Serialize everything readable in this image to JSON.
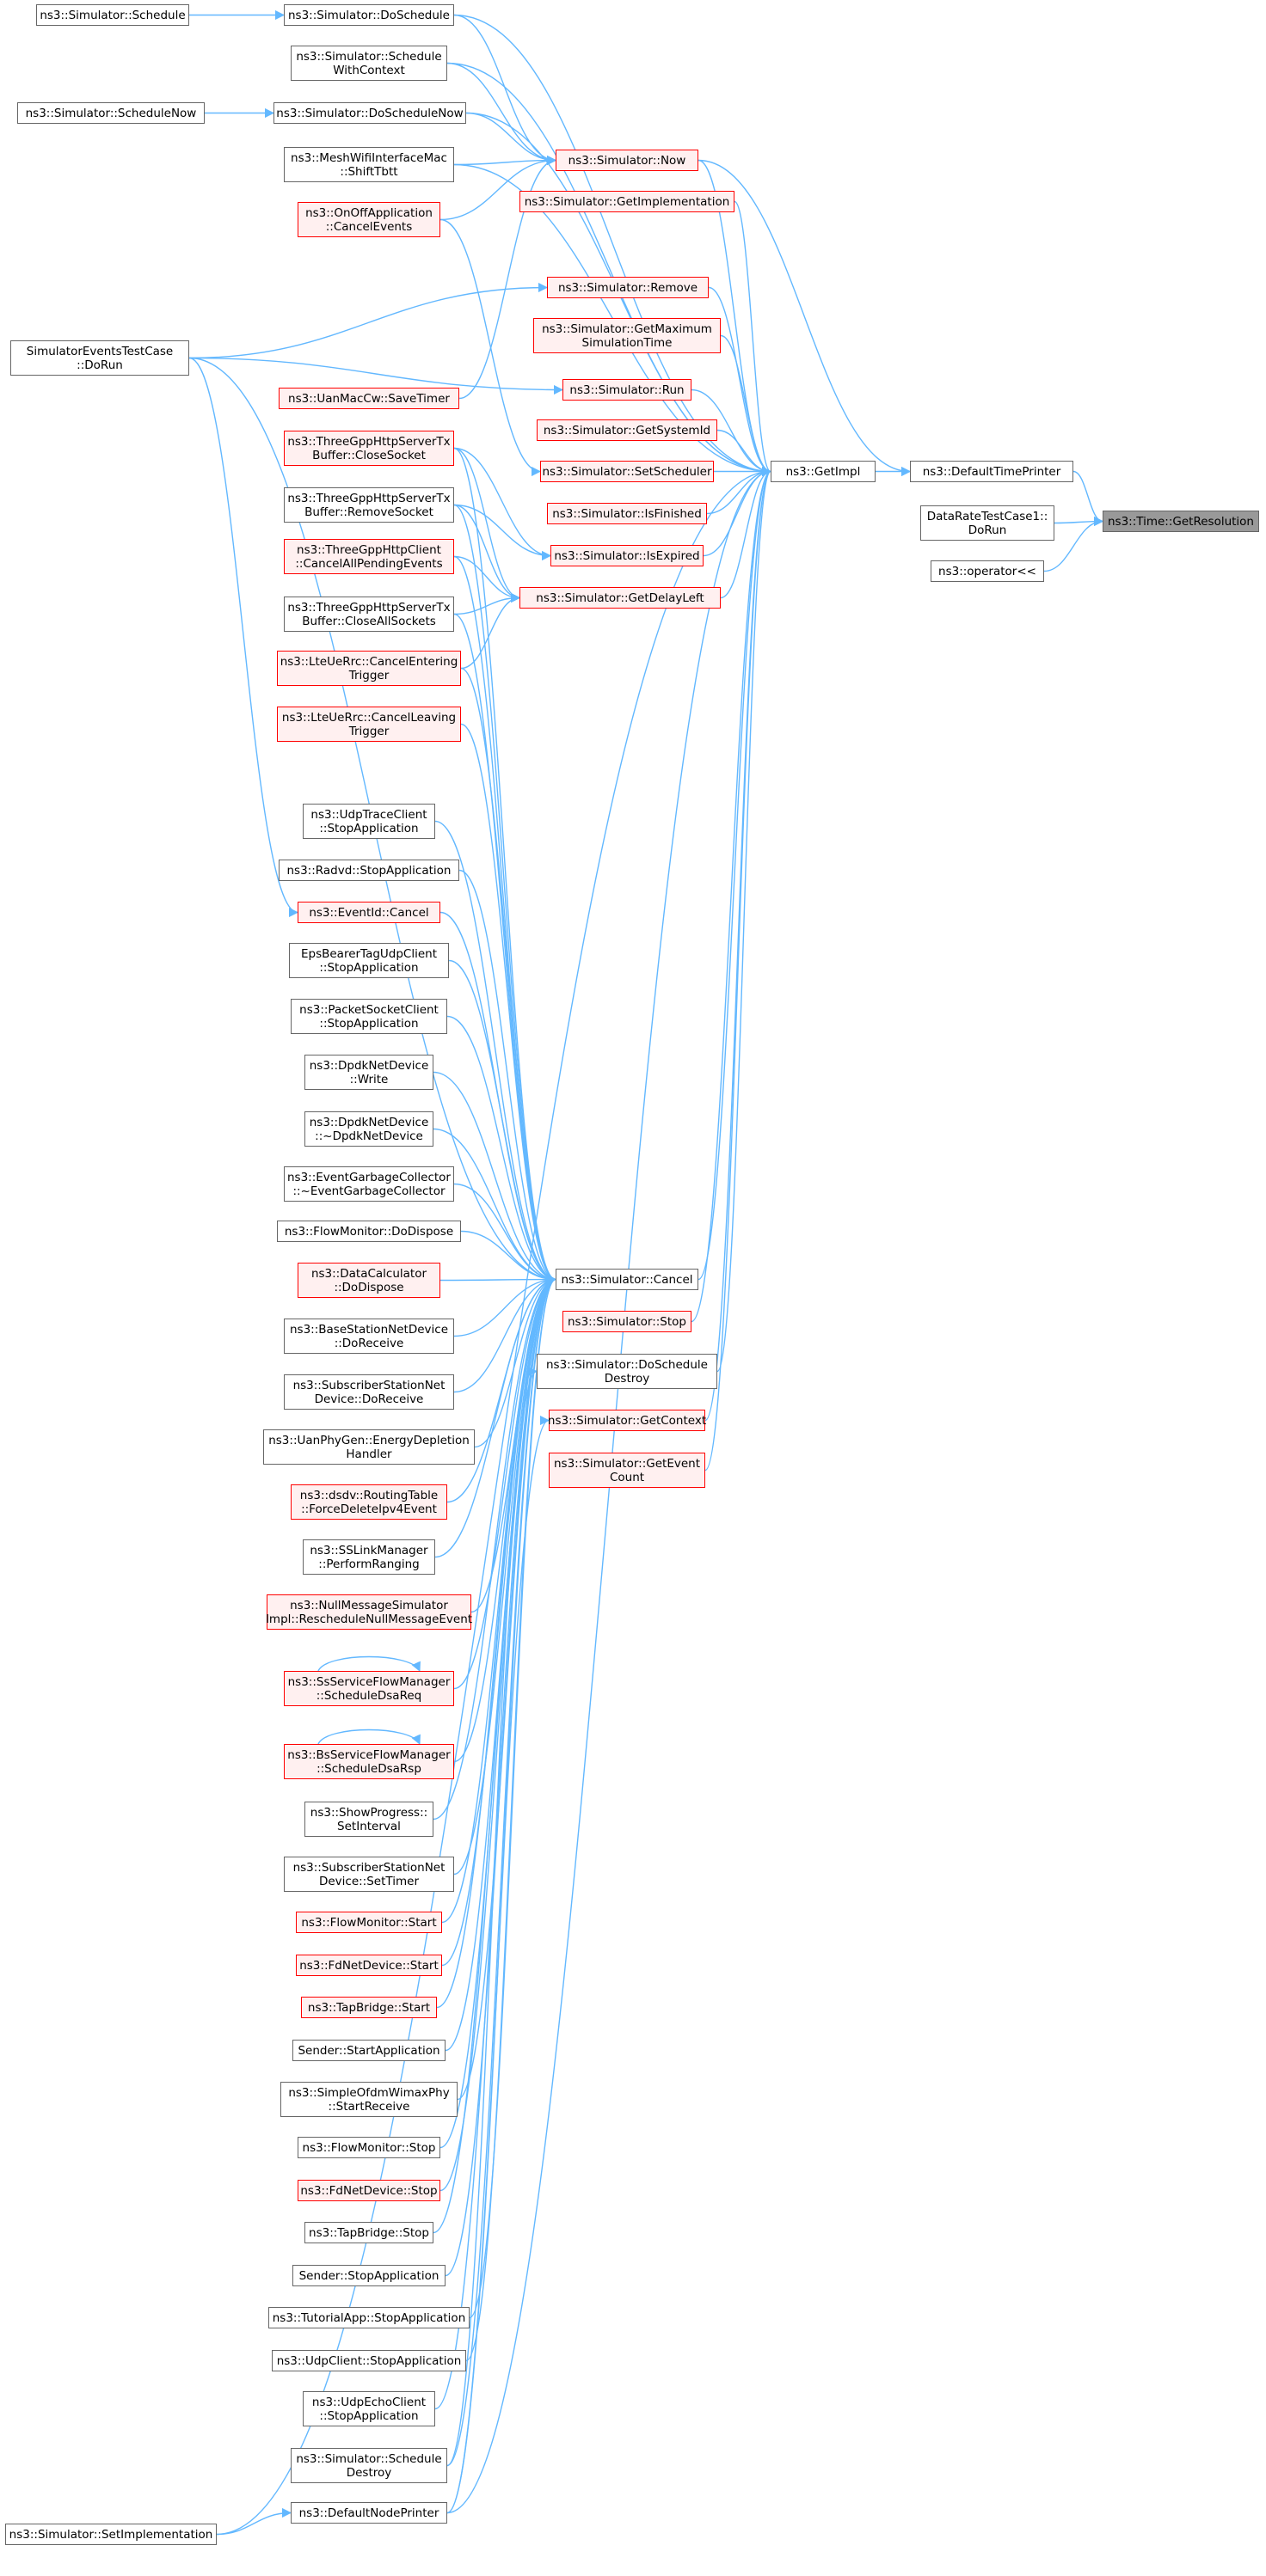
{
  "colors": {
    "edge": "#63b8ff",
    "border": "#666666",
    "red_border": "#ff0000",
    "red_fill": "#fff0f0",
    "root_fill": "#999999"
  },
  "nodes": [
    {
      "id": "schedule",
      "label": "ns3::Simulator::Schedule"
    },
    {
      "id": "doschedule",
      "label": "ns3::Simulator::DoSchedule"
    },
    {
      "id": "schedwithctx",
      "label": "ns3::Simulator::Schedule\nWithContext"
    },
    {
      "id": "schednow",
      "label": "ns3::Simulator::ScheduleNow"
    },
    {
      "id": "doschednow",
      "label": "ns3::Simulator::DoScheduleNow"
    },
    {
      "id": "meshshift",
      "label": "ns3::MeshWifiInterfaceMac\n::ShiftTbtt"
    },
    {
      "id": "now",
      "label": "ns3::Simulator::Now",
      "red": true
    },
    {
      "id": "getimpl2",
      "label": "ns3::Simulator::GetImplementation",
      "red": true
    },
    {
      "id": "onoff",
      "label": "ns3::OnOffApplication\n::CancelEvents",
      "red": true
    },
    {
      "id": "remove",
      "label": "ns3::Simulator::Remove",
      "red": true
    },
    {
      "id": "maxsim",
      "label": "ns3::Simulator::GetMaximum\nSimulationTime",
      "red": true
    },
    {
      "id": "simtest",
      "label": "SimulatorEventsTestCase\n::DoRun"
    },
    {
      "id": "run",
      "label": "ns3::Simulator::Run",
      "red": true
    },
    {
      "id": "uanmac",
      "label": "ns3::UanMacCw::SaveTimer",
      "red": true
    },
    {
      "id": "sysid",
      "label": "ns3::Simulator::GetSystemId",
      "red": true
    },
    {
      "id": "closesock",
      "label": "ns3::ThreeGppHttpServerTx\nBuffer::CloseSocket",
      "red": true
    },
    {
      "id": "setsched",
      "label": "ns3::Simulator::SetScheduler",
      "red": true
    },
    {
      "id": "getimpl",
      "label": "ns3::GetImpl"
    },
    {
      "id": "deftime",
      "label": "ns3::DefaultTimePrinter"
    },
    {
      "id": "getres",
      "label": "ns3::Time::GetResolution",
      "root": true
    },
    {
      "id": "removesock",
      "label": "ns3::ThreeGppHttpServerTx\nBuffer::RemoveSocket"
    },
    {
      "id": "isfinished",
      "label": "ns3::Simulator::IsFinished",
      "red": true
    },
    {
      "id": "datarate",
      "label": "DataRateTestCase1::\nDoRun"
    },
    {
      "id": "opout",
      "label": "ns3::operator<<"
    },
    {
      "id": "httpclient",
      "label": "ns3::ThreeGppHttpClient\n::CancelAllPendingEvents",
      "red": true
    },
    {
      "id": "isexpired",
      "label": "ns3::Simulator::IsExpired",
      "red": true
    },
    {
      "id": "closeall",
      "label": "ns3::ThreeGppHttpServerTx\nBuffer::CloseAllSockets"
    },
    {
      "id": "delayleft",
      "label": "ns3::Simulator::GetDelayLeft",
      "red": true
    },
    {
      "id": "lteenter",
      "label": "ns3::LteUeRrc::CancelEntering\nTrigger",
      "red": true
    },
    {
      "id": "lteleave",
      "label": "ns3::LteUeRrc::CancelLeaving\nTrigger",
      "red": true
    },
    {
      "id": "udptrace",
      "label": "ns3::UdpTraceClient\n::StopApplication"
    },
    {
      "id": "radvd",
      "label": "ns3::Radvd::StopApplication"
    },
    {
      "id": "eventid",
      "label": "ns3::EventId::Cancel",
      "red": true
    },
    {
      "id": "epsbearer",
      "label": "EpsBearerTagUdpClient\n::StopApplication"
    },
    {
      "id": "pktsock",
      "label": "ns3::PacketSocketClient\n::StopApplication"
    },
    {
      "id": "dpdkwrite",
      "label": "ns3::DpdkNetDevice\n::Write"
    },
    {
      "id": "dpdkdtor",
      "label": "ns3::DpdkNetDevice\n::~DpdkNetDevice"
    },
    {
      "id": "evgc",
      "label": "ns3::EventGarbageCollector\n::~EventGarbageCollector"
    },
    {
      "id": "flowdispose",
      "label": "ns3::FlowMonitor::DoDispose"
    },
    {
      "id": "datacalc",
      "label": "ns3::DataCalculator\n::DoDispose",
      "red": true
    },
    {
      "id": "cancel",
      "label": "ns3::Simulator::Cancel"
    },
    {
      "id": "bsrecv",
      "label": "ns3::BaseStationNetDevice\n::DoReceive"
    },
    {
      "id": "stop",
      "label": "ns3::Simulator::Stop",
      "red": true
    },
    {
      "id": "ssrecv",
      "label": "ns3::SubscriberStationNet\nDevice::DoReceive"
    },
    {
      "id": "doschedd",
      "label": "ns3::Simulator::DoSchedule\nDestroy"
    },
    {
      "id": "uanphy",
      "label": "ns3::UanPhyGen::EnergyDepletion\nHandler"
    },
    {
      "id": "getctx",
      "label": "ns3::Simulator::GetContext",
      "red": true
    },
    {
      "id": "dsdv",
      "label": "ns3::dsdv::RoutingTable\n::ForceDeleteIpv4Event",
      "red": true
    },
    {
      "id": "evcount",
      "label": "ns3::Simulator::GetEvent\nCount",
      "red": true
    },
    {
      "id": "sslink",
      "label": "ns3::SSLinkManager\n::PerformRanging"
    },
    {
      "id": "nullmsg",
      "label": "ns3::NullMessageSimulator\nImpl::RescheduleNullMessageEvent",
      "red": true
    },
    {
      "id": "ssdsareq",
      "label": "ns3::SsServiceFlowManager\n::ScheduleDsaReq",
      "red": true
    },
    {
      "id": "bsdsarsp",
      "label": "ns3::BsServiceFlowManager\n::ScheduleDsaRsp",
      "red": true
    },
    {
      "id": "showprog",
      "label": "ns3::ShowProgress::\nSetInterval"
    },
    {
      "id": "sstimer",
      "label": "ns3::SubscriberStationNet\nDevice::SetTimer"
    },
    {
      "id": "flowstart",
      "label": "ns3::FlowMonitor::Start",
      "red": true
    },
    {
      "id": "fdstart",
      "label": "ns3::FdNetDevice::Start",
      "red": true
    },
    {
      "id": "tapstart",
      "label": "ns3::TapBridge::Start",
      "red": true
    },
    {
      "id": "senderstart",
      "label": "Sender::StartApplication"
    },
    {
      "id": "ofdm",
      "label": "ns3::SimpleOfdmWimaxPhy\n::StartReceive"
    },
    {
      "id": "flowstop",
      "label": "ns3::FlowMonitor::Stop"
    },
    {
      "id": "fdstop",
      "label": "ns3::FdNetDevice::Stop",
      "red": true
    },
    {
      "id": "tapstop",
      "label": "ns3::TapBridge::Stop"
    },
    {
      "id": "senderstop",
      "label": "Sender::StopApplication"
    },
    {
      "id": "tutorial",
      "label": "ns3::TutorialApp::StopApplication"
    },
    {
      "id": "udpclient",
      "label": "ns3::UdpClient::StopApplication"
    },
    {
      "id": "udpecho",
      "label": "ns3::UdpEchoClient\n::StopApplication"
    },
    {
      "id": "scheddestroy",
      "label": "ns3::Simulator::Schedule\nDestroy"
    },
    {
      "id": "defnode",
      "label": "ns3::DefaultNodePrinter"
    },
    {
      "id": "setimpl",
      "label": "ns3::Simulator::SetImplementation"
    }
  ]
}
